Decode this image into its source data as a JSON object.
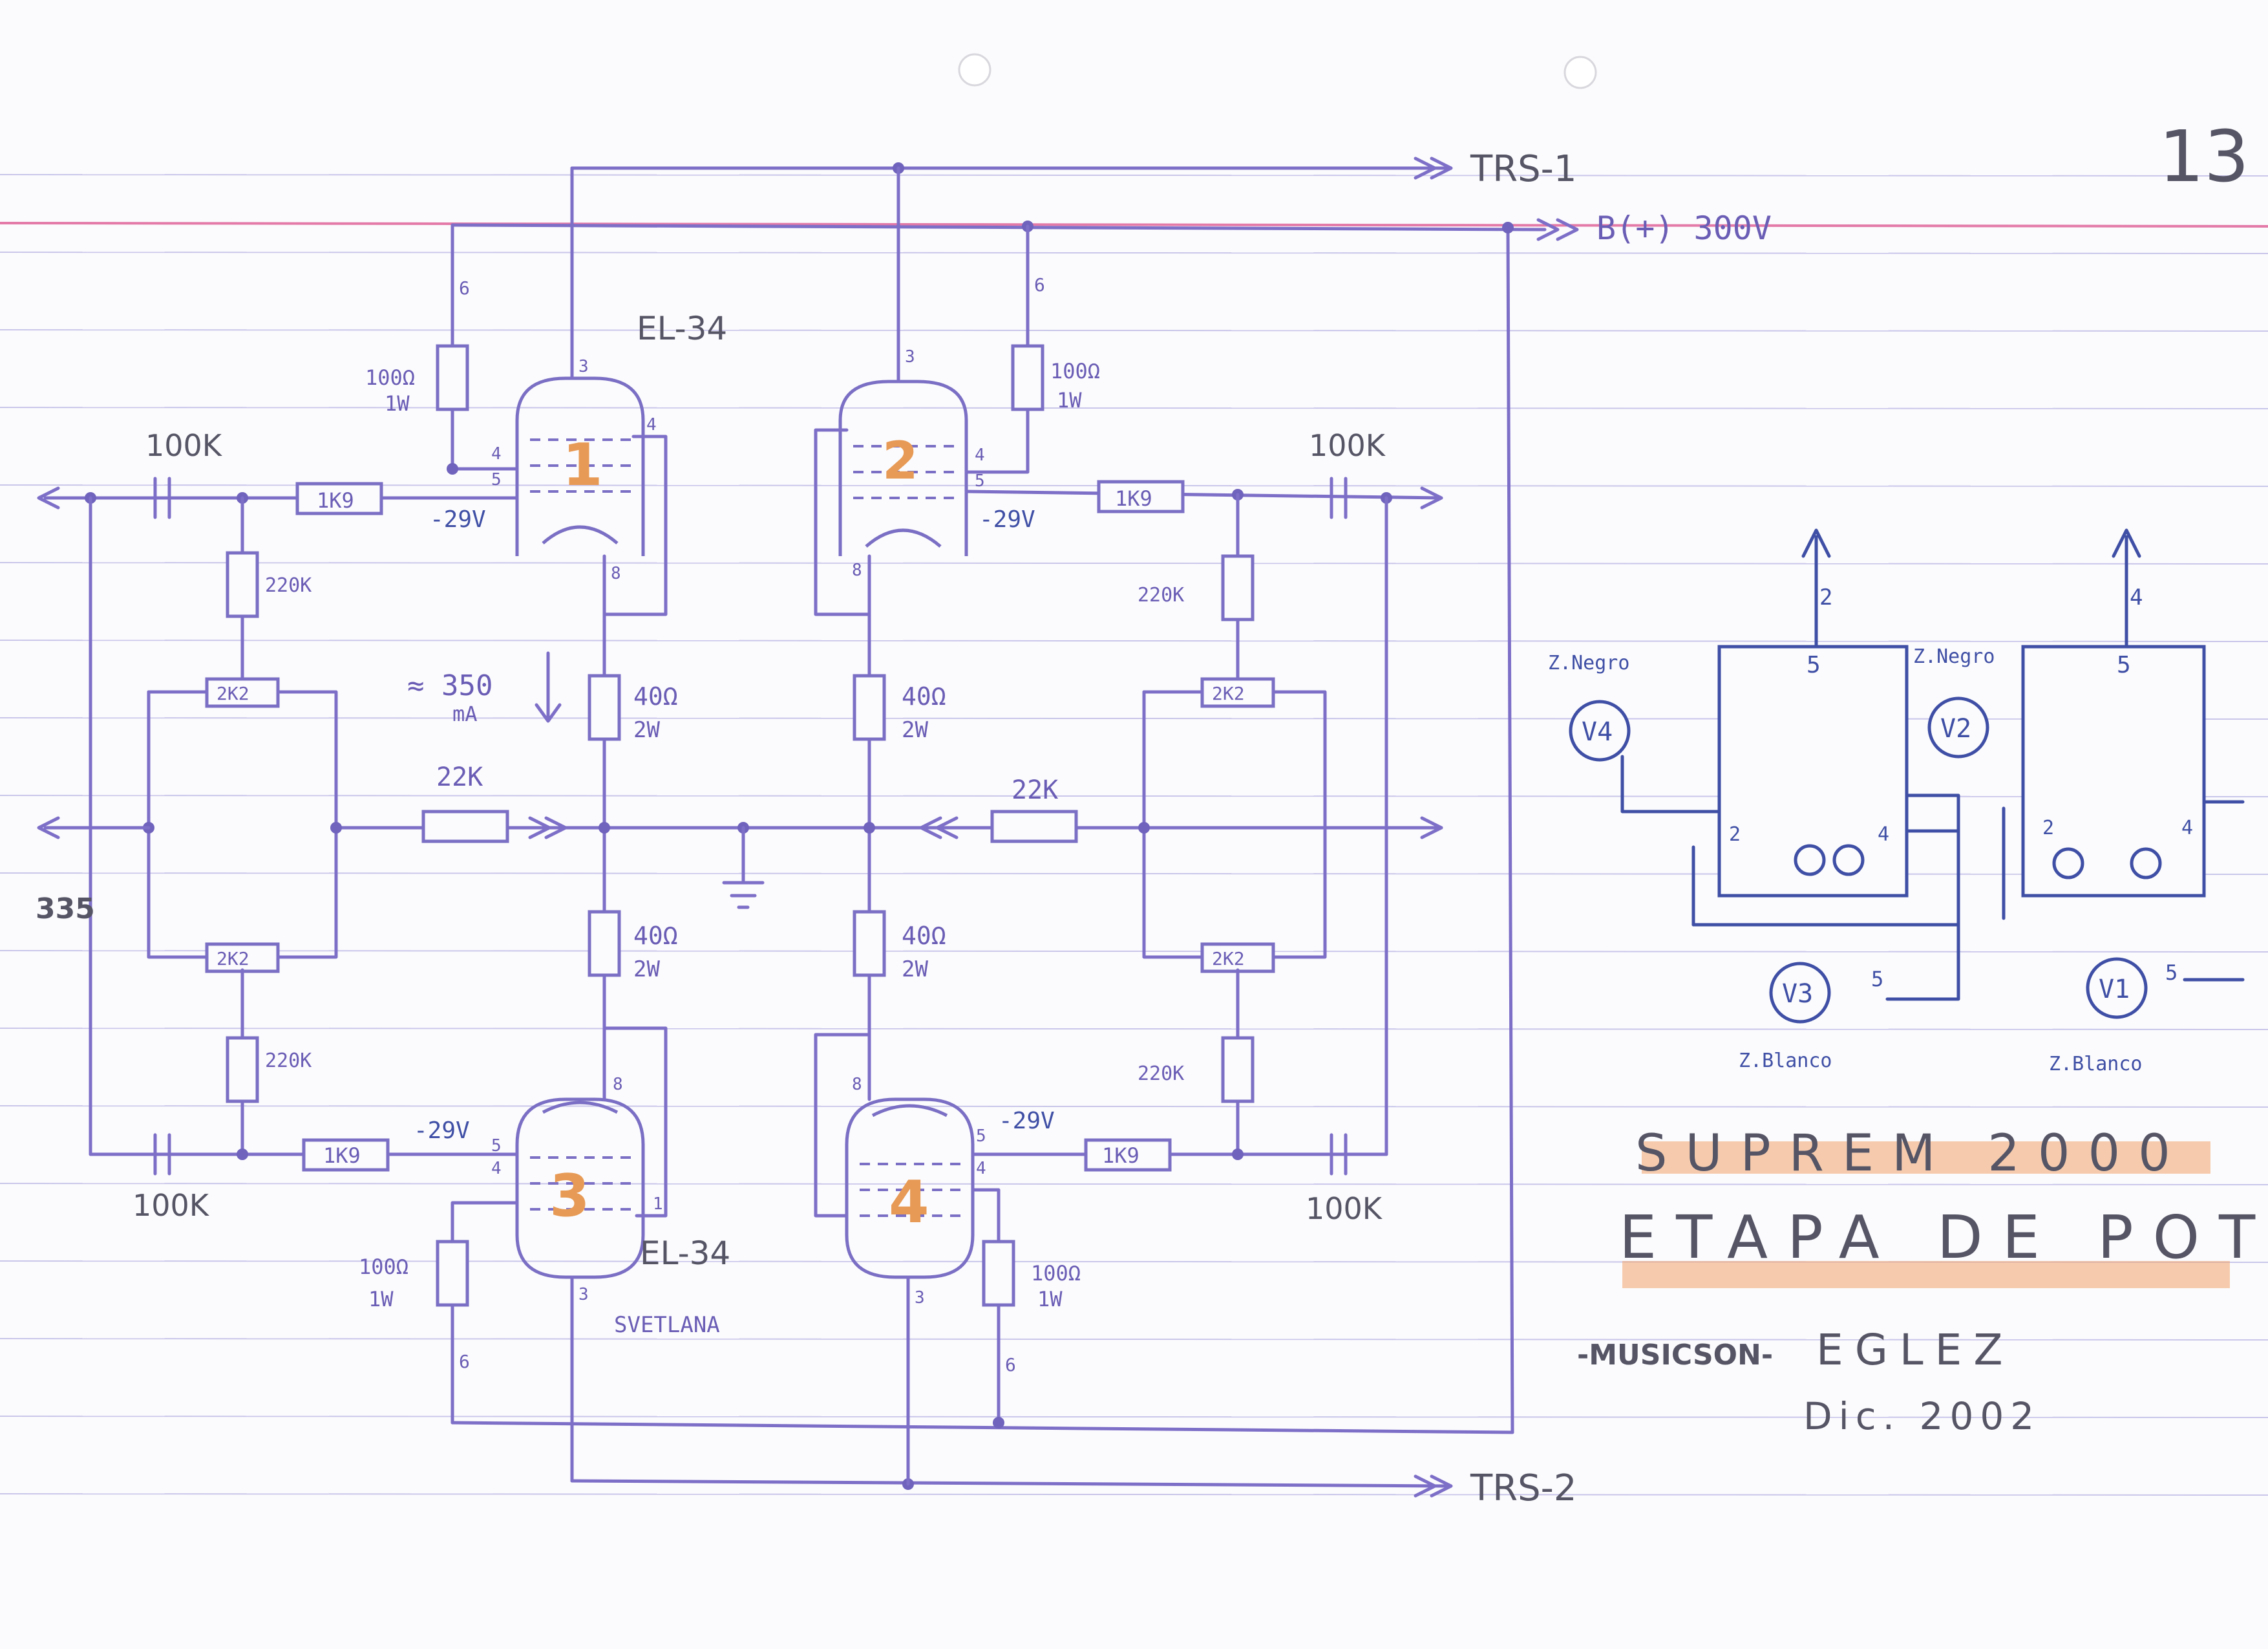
{
  "page": {
    "number": "13",
    "project": "SUPREM 2000",
    "section": "ETAPA DE POTEN",
    "brand": "-MUSICSON-",
    "author": "EGLEZ",
    "date": "Dic. 2002"
  },
  "rails": {
    "trs1": "TRS-1",
    "trs2": "TRS-2",
    "bplus": "B(+) 300V"
  },
  "tubes": {
    "type": "EL-34",
    "brand_note": "SVETLANA",
    "numbers": [
      "1",
      "2",
      "3",
      "4"
    ],
    "pins": {
      "p3": "3",
      "p4": "4",
      "p5": "5",
      "p8": "8",
      "p1": "1"
    }
  },
  "labels": {
    "cap_100k": "100K",
    "grid_1k9": "1K9",
    "bias_220k": "220K",
    "trim_2k2": "2K2",
    "res_22k": "22K",
    "screen_100": "100Ω",
    "screen_1w": "1W",
    "cath_40": "40Ω",
    "cath_2w": "2W",
    "bias_v": "-29V",
    "current": "≈ 350",
    "current_unit": "mA",
    "pin6": "6",
    "margin_note": "335"
  },
  "sockets": {
    "v4": "V4",
    "v2": "V2",
    "v3": "V3",
    "v1": "V1",
    "z_negro": "Z.Negro",
    "z_blanco": "Z.Blanco",
    "pin2": "2",
    "pin4": "4",
    "pin5": "5"
  },
  "colors": {
    "ink": "#7d6fc8",
    "ink_dark": "#3f4fa5",
    "tube_number": "#e79a55",
    "highlight": "#f2a46b",
    "margin_line": "#e37aa8"
  }
}
